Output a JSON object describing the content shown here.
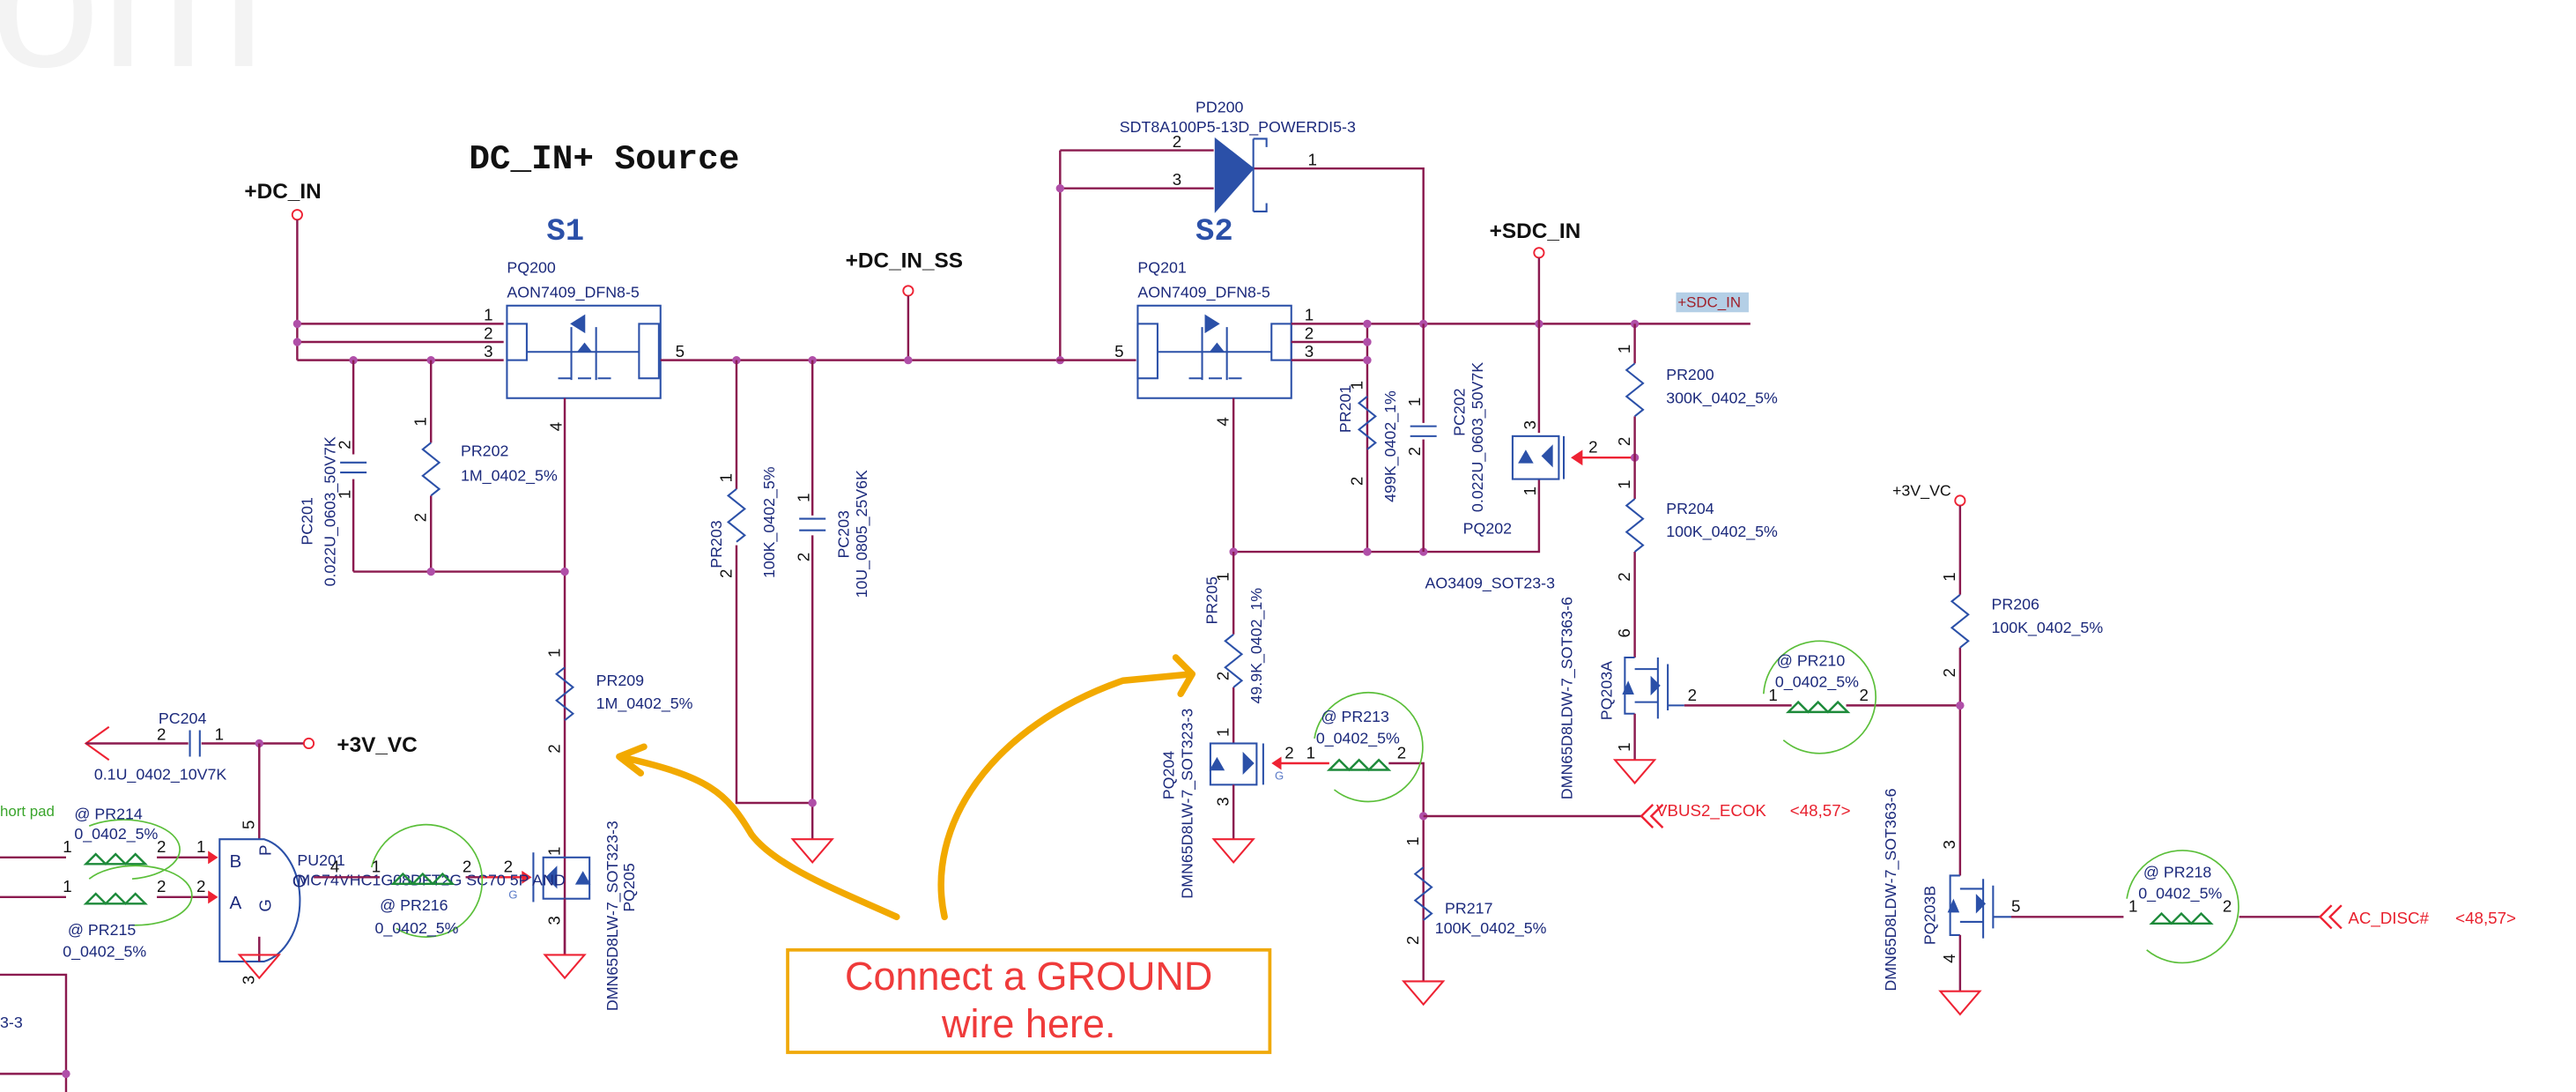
{
  "watermark": "om",
  "title": "DC_IN+ Source",
  "sections": {
    "s1": "S1",
    "s2": "S2"
  },
  "nets": {
    "dc_in": "+DC_IN",
    "dc_in_ss": "+DC_IN_SS",
    "sdc_in": "+SDC_IN",
    "sdc_in_label": "+SDC_IN",
    "v3_vc_main": "+3V_VC",
    "v3_vc_right": "+3V_VC",
    "vbus2_ecok": "VBUS2_ECOK",
    "vbus2_ecok_ref": "<48,57>",
    "ac_disc": "AC_DISC#",
    "ac_disc_ref": "<48,57>"
  },
  "components": {
    "pd200": {
      "ref": "PD200",
      "value": "SDT8A100P5-13D_POWERDI5-3",
      "pins": [
        "2",
        "3",
        "1"
      ]
    },
    "pq200": {
      "ref": "PQ200",
      "value": "AON7409_DFN8-5",
      "pins": [
        "1",
        "2",
        "3",
        "5",
        "4"
      ]
    },
    "pq201": {
      "ref": "PQ201",
      "value": "AON7409_DFN8-5",
      "pins": [
        "1",
        "2",
        "3",
        "5",
        "4"
      ]
    },
    "pq202": {
      "ref": "PQ202",
      "value": "AO3409_SOT23-3",
      "pins": [
        "3",
        "2",
        "1"
      ]
    },
    "pq203a": {
      "ref": "PQ203A",
      "value": "DMN65D8LDW-7_SOT363-6",
      "pins": [
        "6",
        "2",
        "1"
      ]
    },
    "pq203b": {
      "ref": "PQ203B",
      "value": "DMN65D8LDW-7_SOT363-6",
      "pins": [
        "3",
        "5",
        "4"
      ]
    },
    "pq204": {
      "ref": "PQ204",
      "value": "DMN65D8LW-7_SOT323-3",
      "pins": [
        "1",
        "2",
        "3"
      ]
    },
    "pq205": {
      "ref": "PQ205",
      "value": "DMN65D8LW-7_SOT323-3",
      "pins": [
        "1",
        "2",
        "3"
      ]
    },
    "pu201": {
      "ref": "PU201",
      "value": "MC74VHC1G08DFT2G SC70 5P AND",
      "pins": [
        "1",
        "2",
        "4",
        "5",
        "3"
      ],
      "pin_names": [
        "B",
        "A",
        "O",
        "P",
        "G"
      ]
    },
    "pr200": {
      "ref": "PR200",
      "value": "300K_0402_5%",
      "pins": [
        "1",
        "2"
      ]
    },
    "pr201": {
      "ref": "PR201",
      "value": "499K_0402_1%",
      "pins": [
        "1",
        "2"
      ]
    },
    "pr202": {
      "ref": "PR202",
      "value": "1M_0402_5%",
      "pins": [
        "1",
        "2"
      ]
    },
    "pr203": {
      "ref": "PR203",
      "value": "100K_0402_5%",
      "pins": [
        "1",
        "2"
      ]
    },
    "pr204": {
      "ref": "PR204",
      "value": "100K_0402_5%",
      "pins": [
        "1",
        "2"
      ]
    },
    "pr205": {
      "ref": "PR205",
      "value": "49.9K_0402_1%",
      "pins": [
        "1",
        "2"
      ]
    },
    "pr206": {
      "ref": "PR206",
      "value": "100K_0402_5%",
      "pins": [
        "1",
        "2"
      ]
    },
    "pr209": {
      "ref": "PR209",
      "value": "1M_0402_5%",
      "pins": [
        "1",
        "2"
      ]
    },
    "pr210": {
      "ref": "@ PR210",
      "value": "0_0402_5%",
      "pins": [
        "1",
        "2"
      ]
    },
    "pr213": {
      "ref": "@ PR213",
      "value": "0_0402_5%",
      "pins": [
        "1",
        "2"
      ]
    },
    "pr214": {
      "ref": "@ PR214",
      "value": "0_0402_5%",
      "pins": [
        "1",
        "2"
      ]
    },
    "pr215": {
      "ref": "@ PR215",
      "value": "0_0402_5%",
      "pins": [
        "1",
        "2"
      ]
    },
    "pr216": {
      "ref": "@ PR216",
      "value": "0_0402_5%",
      "pins": [
        "1",
        "2"
      ]
    },
    "pr217": {
      "ref": "PR217",
      "value": "100K_0402_5%",
      "pins": [
        "1",
        "2"
      ]
    },
    "pr218": {
      "ref": "@ PR218",
      "value": "0_0402_5%",
      "pins": [
        "1",
        "2"
      ]
    },
    "pc201": {
      "ref": "PC201",
      "value": "0.022U_0603_50V7K",
      "pins": [
        "2",
        "1"
      ]
    },
    "pc202": {
      "ref": "PC202",
      "value": "0.022U_0603_50V7K",
      "pins": [
        "1",
        "2"
      ]
    },
    "pc203": {
      "ref": "PC203",
      "value": "10U_0805_25V6K",
      "pins": [
        "1",
        "2"
      ]
    },
    "pc204": {
      "ref": "PC204",
      "value": "0.1U_0402_10V7K",
      "pins": [
        "2",
        "1"
      ]
    }
  },
  "misc": {
    "short_pad": "hort pad",
    "offpage_fragment": "3-3"
  },
  "annotation": {
    "line1": "Connect a GROUND",
    "line2": "wire here.",
    "color": "#ef3b3b",
    "border_color": "#f0a90a"
  }
}
